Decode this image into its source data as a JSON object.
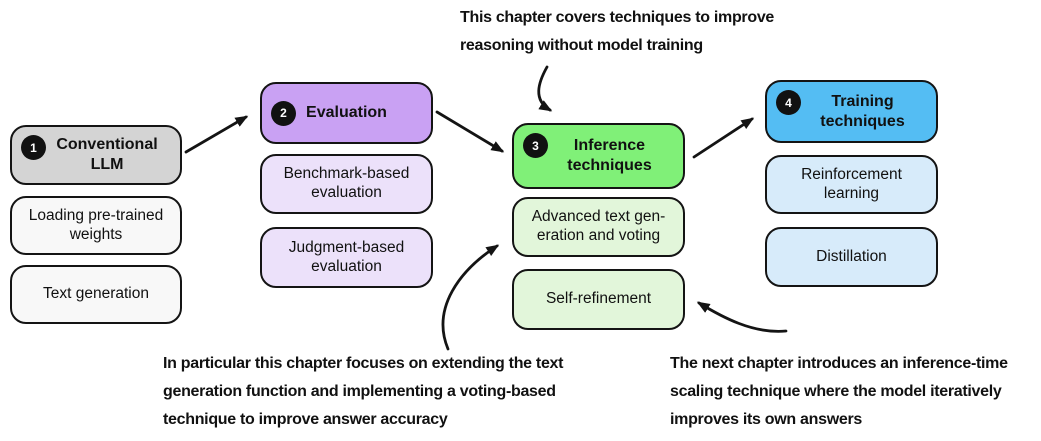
{
  "palette": {
    "background": "#ffffff",
    "border": "#141414",
    "arrow": "#141414",
    "badge_bg": "#111111",
    "badge_text": "#ffffff"
  },
  "groups": [
    {
      "number": "1",
      "title": "Conventional\nLLM",
      "header_color": "#d4d4d4",
      "item_color": "#f8f8f8",
      "items": [
        "Loading pre-trained\nweights",
        "Text generation"
      ]
    },
    {
      "number": "2",
      "title": "Evaluation",
      "header_color": "#c9a1f3",
      "item_color": "#ece1fa",
      "items": [
        "Benchmark-based\nevaluation",
        "Judgment-based\nevaluation"
      ]
    },
    {
      "number": "3",
      "title": "Inference\ntechniques",
      "header_color": "#80f078",
      "item_color": "#e2f6da",
      "items": [
        "Advanced text gen-\neration and voting",
        "Self-refinement"
      ]
    },
    {
      "number": "4",
      "title": "Training\ntechniques",
      "header_color": "#54bdf3",
      "item_color": "#d7ebfa",
      "items": [
        "Reinforcement\nlearning",
        "Distillation"
      ]
    }
  ],
  "annotations": {
    "top": "This chapter covers techniques to improve\nreasoning without model training",
    "bottom_left": "In particular this chapter focuses on extending the text\ngeneration function and implementing a voting-based\ntechnique to improve answer accuracy",
    "bottom_right": "The next chapter introduces an inference-time\nscaling technique where the model iteratively\nimproves its own answers"
  }
}
